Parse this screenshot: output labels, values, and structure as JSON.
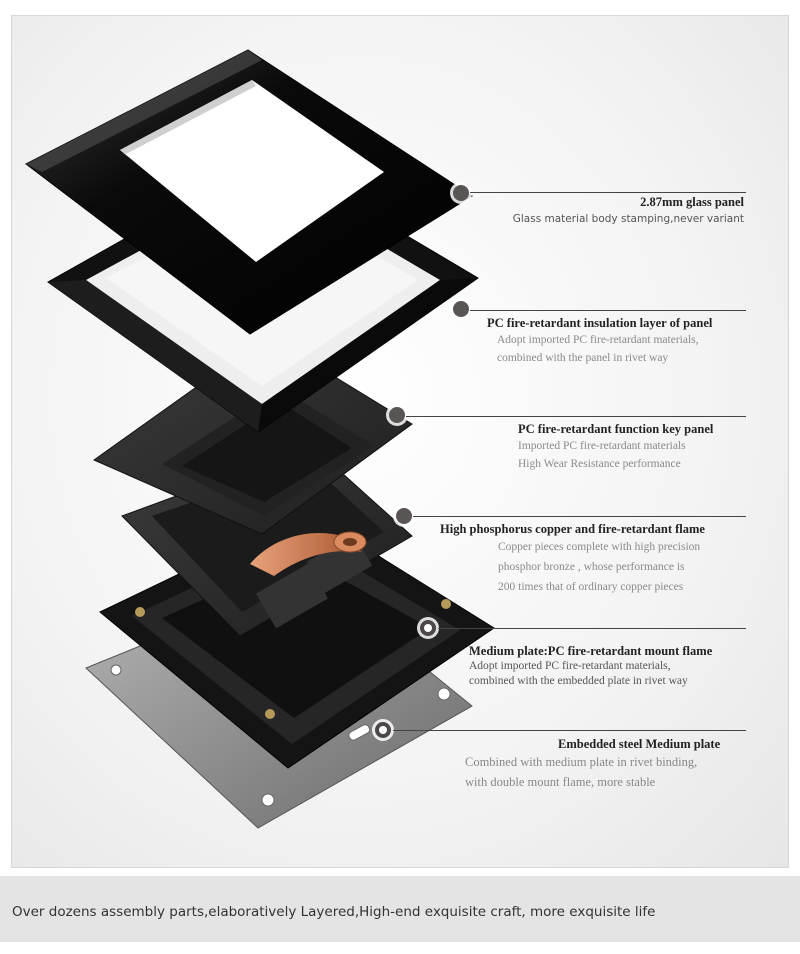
{
  "callouts": [
    {
      "title": "2.87mm glass panel",
      "desc": [
        "Glass  material body stamping,never variant"
      ]
    },
    {
      "title": "PC fire-retardant insulation layer of panel",
      "desc": [
        "Adopt imported PC fire-retardant materials,",
        "combined with the panel in rivet way"
      ]
    },
    {
      "title": "PC fire-retardant  function key panel",
      "desc": [
        "Imported PC fire-retardant materials",
        "High Wear Resistance performance"
      ]
    },
    {
      "title": "High phosphorus copper and fire-retardant flame",
      "desc": [
        "Copper pieces complete with high precision",
        "phosphor bronze , whose performance is",
        "200 times that of ordinary copper pieces"
      ]
    },
    {
      "title": "Medium plate:PC fire-retardant mount flame",
      "desc": [
        "Adopt imported PC fire-retardant materials,",
        "combined with the embedded plate in rivet way"
      ]
    },
    {
      "title": "Embedded steel Medium plate",
      "desc": [
        "Combined with medium plate in rivet binding,",
        "with  double mount flame, more stable"
      ]
    }
  ],
  "footer": {
    "text": "Over dozens assembly parts,elaborativelу Layered,High-end exquisite craft,  more exquisite life"
  },
  "colors": {
    "panel": "#0c0c0c",
    "plastic": "#2a2a2a",
    "steel": "#8a8a8a",
    "copper": "#c8794f",
    "dot": "#5a5555"
  }
}
